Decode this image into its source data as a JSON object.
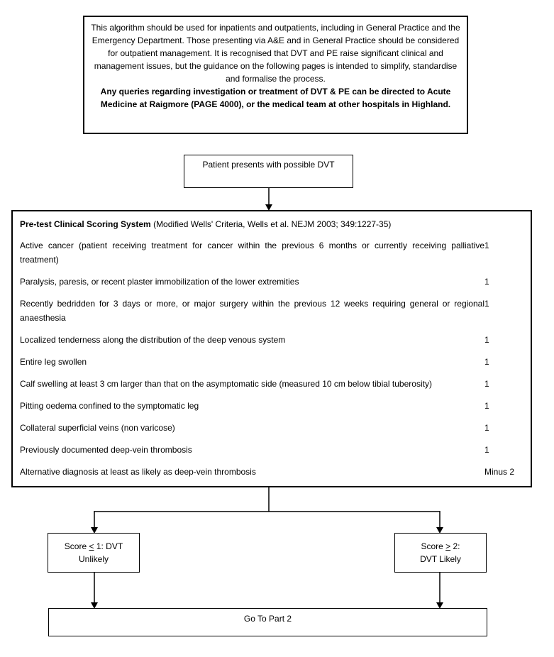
{
  "colors": {
    "border": "#000000",
    "background": "#ffffff",
    "text": "#000000"
  },
  "intro_box": {
    "text_normal": "This algorithm should be used for inpatients and outpatients, including in General Practice and the Emergency Department. Those presenting via A&E and in General Practice should be considered for outpatient management. It is recognised that DVT and PE raise significant clinical and management issues, but the guidance on the following pages is intended to simplify, standardise and formalise the process.",
    "text_bold": "Any queries regarding investigation or treatment of DVT & PE can be directed to Acute Medicine at Raigmore (PAGE 4000), or the medical team at other hospitals in Highland."
  },
  "start_box": {
    "label": "Patient presents with possible DVT"
  },
  "scoring_box": {
    "title_bold": "Pre-test Clinical Scoring System",
    "title_rest": " (Modified Wells' Criteria, Wells et al. NEJM 2003; 349:1227-35)",
    "rows": [
      {
        "criterion": "Active cancer (patient receiving treatment for cancer within the previous 6 months or currently receiving palliative treatment)",
        "score": "1"
      },
      {
        "criterion": "Paralysis, paresis, or recent plaster immobilization of the lower extremities",
        "score": "1"
      },
      {
        "criterion": "Recently bedridden for 3 days or more, or major surgery within the previous 12 weeks requiring general or regional anaesthesia",
        "score": "1"
      },
      {
        "criterion": "Localized tenderness along the distribution of the deep venous system",
        "score": "1"
      },
      {
        "criterion": "Entire leg swollen",
        "score": "1"
      },
      {
        "criterion": "Calf swelling at least 3 cm larger than that on the asymptomatic side (measured 10 cm below tibial tuberosity)",
        "score": "1"
      },
      {
        "criterion": "Pitting oedema confined to the symptomatic leg",
        "score": "1"
      },
      {
        "criterion": "Collateral superficial veins (non varicose)",
        "score": "1"
      },
      {
        "criterion": "Previously documented deep-vein thrombosis",
        "score": "1"
      },
      {
        "criterion": "Alternative diagnosis at least as likely as deep-vein thrombosis",
        "score": "Minus 2"
      }
    ]
  },
  "outcome_unlikely": {
    "prefix": "Score ",
    "operator": "<",
    "suffix": " 1: DVT",
    "line2": "Unlikely"
  },
  "outcome_likely": {
    "prefix": "Score ",
    "operator": ">",
    "suffix": " 2:",
    "line2": "DVT Likely"
  },
  "final_box": {
    "label": "Go To Part 2"
  }
}
